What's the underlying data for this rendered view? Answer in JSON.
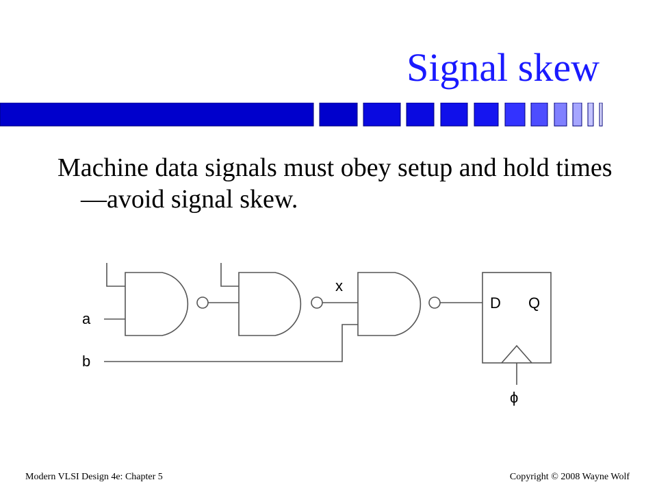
{
  "slide": {
    "title": "Signal skew",
    "body": "Machine data signals must obey setup and hold times—avoid signal skew.",
    "colors": {
      "title": "#1a1aff",
      "bar_dark": "#0000cc",
      "bar_light": "#1a1aff"
    }
  },
  "diagram": {
    "labels": {
      "a": "a",
      "b": "b",
      "x": "x",
      "d": "D",
      "q": "Q",
      "clock": "ϕ"
    }
  },
  "footer": {
    "left": "Modern VLSI Design 4e: Chapter 5",
    "right": "Copyright © 2008 Wayne Wolf"
  }
}
